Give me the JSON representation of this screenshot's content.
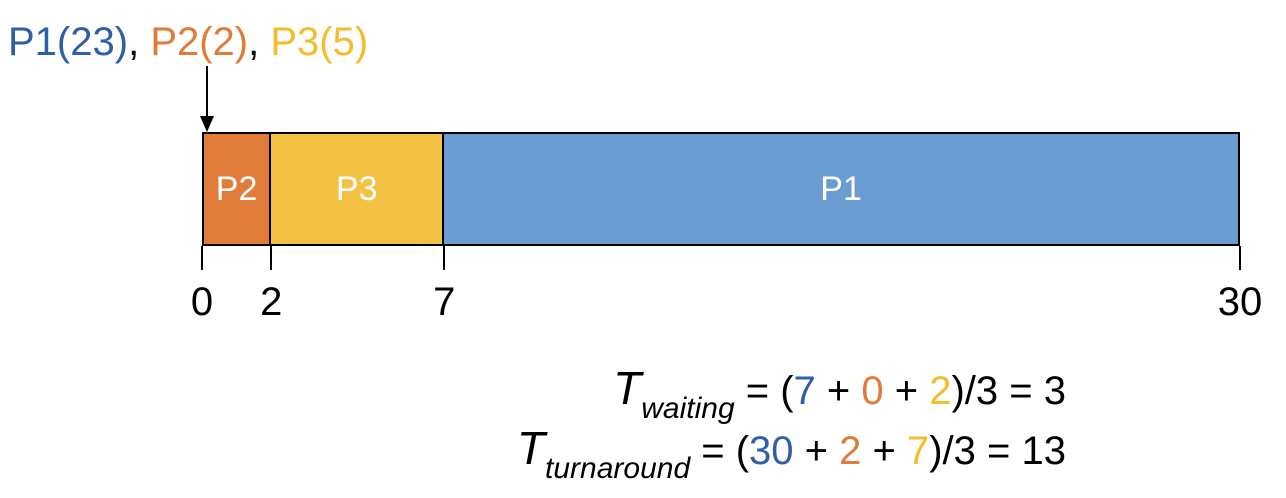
{
  "header": {
    "processes": [
      {
        "label": "P1(23)",
        "color": "#2E5FA8"
      },
      {
        "label": "P2(2)",
        "color": "#E07B39"
      },
      {
        "label": "P3(5)",
        "color": "#F2BE2E"
      }
    ],
    "separator": ","
  },
  "gantt": {
    "segments": [
      {
        "label": "P2",
        "start": 0,
        "end": 2,
        "color": "#E07B39"
      },
      {
        "label": "P3",
        "start": 2,
        "end": 7,
        "color": "#F4C242"
      },
      {
        "label": "P1",
        "start": 7,
        "end": 30,
        "color": "#6A9BD1"
      }
    ],
    "ticks": [
      "0",
      "2",
      "7",
      "30"
    ],
    "total_time": 30
  },
  "formulas": {
    "waiting": {
      "symbol": "T",
      "subscript": "waiting",
      "equals": " = (",
      "terms": [
        {
          "value": "7",
          "color": "#2E5FA8"
        },
        {
          "value": "0",
          "color": "#E07B39"
        },
        {
          "value": "2",
          "color": "#F2BE2E"
        }
      ],
      "plus": " + ",
      "tail": ")/3 = 3"
    },
    "turnaround": {
      "symbol": "T",
      "subscript": "turnaround",
      "equals": " = (",
      "terms": [
        {
          "value": "30",
          "color": "#2E5FA8"
        },
        {
          "value": "2",
          "color": "#E07B39"
        },
        {
          "value": "7",
          "color": "#F2BE2E"
        }
      ],
      "plus": " + ",
      "tail": ")/3 = 13"
    }
  }
}
